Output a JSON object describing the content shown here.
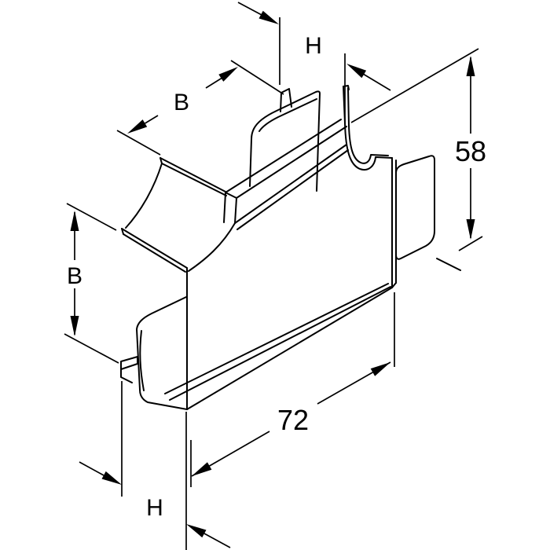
{
  "drawing": {
    "description": "Isometric technical line drawing of a cable trunking flat tee piece with dimension annotations",
    "background_color": "#ffffff",
    "line_color": "#000000",
    "labels": {
      "top_height": "H",
      "top_width": "B",
      "right_height": "58",
      "left_width": "B",
      "bottom_length": "72",
      "bottom_height": "H"
    }
  }
}
